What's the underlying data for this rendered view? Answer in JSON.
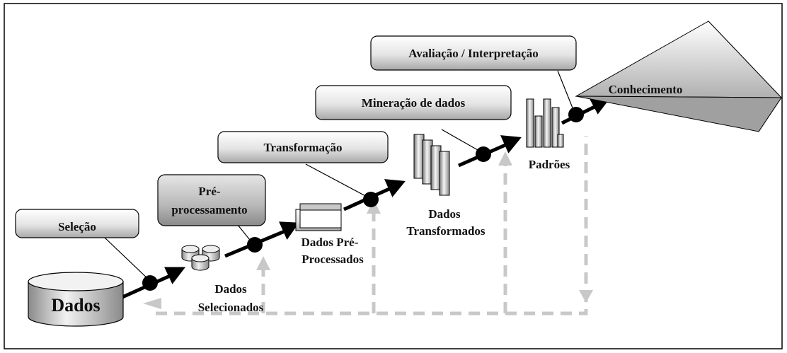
{
  "stages": {
    "selecao": "Seleção",
    "preprocessamento": [
      "Pré-",
      "processamento"
    ],
    "transformacao": "Transformação",
    "mineracao": "Mineração de dados",
    "avaliacao": "Avaliação / Interpretação"
  },
  "artifacts": {
    "dados": "Dados",
    "selecionados": [
      "Dados",
      "Selecionados"
    ],
    "preprocessados": [
      "Dados Pré-",
      "Processados"
    ],
    "transformados": [
      "Dados",
      "Transformados"
    ],
    "padroes": "Padrões",
    "conhecimento": "Conhecimento"
  },
  "colors": {
    "frame": "#000000",
    "arrow": "#000000",
    "feedback": "#c8c8c8",
    "box_light": "#ffffff",
    "box_dark": "#aaaaaa"
  }
}
